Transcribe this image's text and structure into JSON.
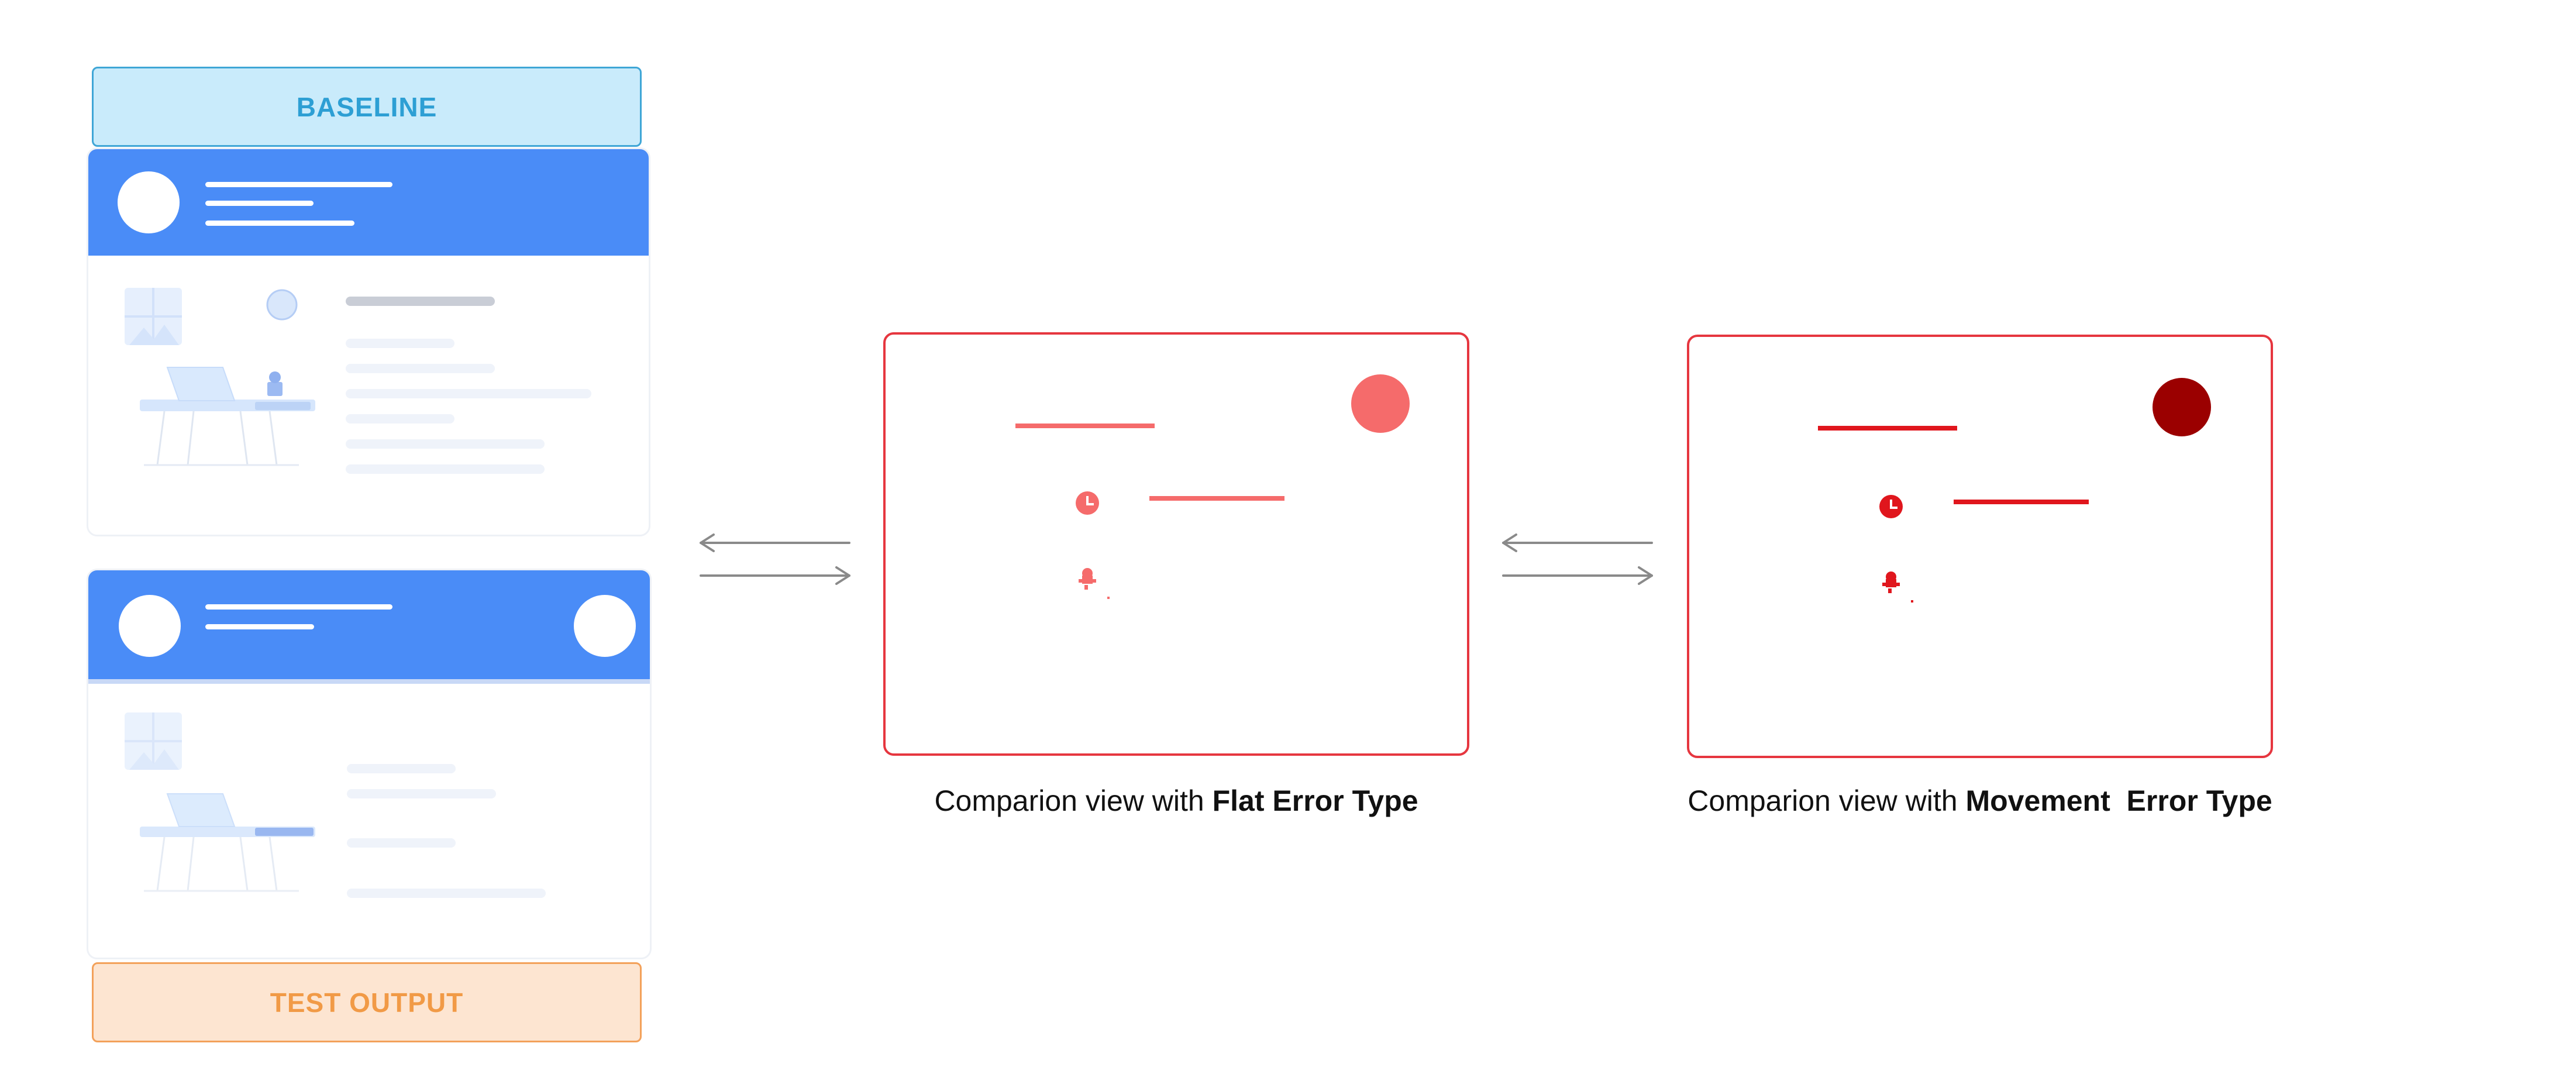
{
  "baseline_label": "BASELINE",
  "test_output_label": "TEST OUTPUT",
  "panels": [
    {
      "caption_prefix": "Comparion view with",
      "caption_bold": "Flat Error Type",
      "error_color": "#f56b6b"
    },
    {
      "caption_prefix": "Comparion view with",
      "caption_bold": "Movement  Error Type",
      "error_color": "#e0161d",
      "avatar_color": "#9b0000"
    }
  ],
  "colors": {
    "header_blue": "#4a8cf7",
    "baseline_bg": "#c9ebfb",
    "baseline_text": "#2d9fd4",
    "test_bg": "#fde5d1",
    "test_text": "#f19a46",
    "panel_border": "#e6363f",
    "arrow": "#8a8a8a"
  }
}
